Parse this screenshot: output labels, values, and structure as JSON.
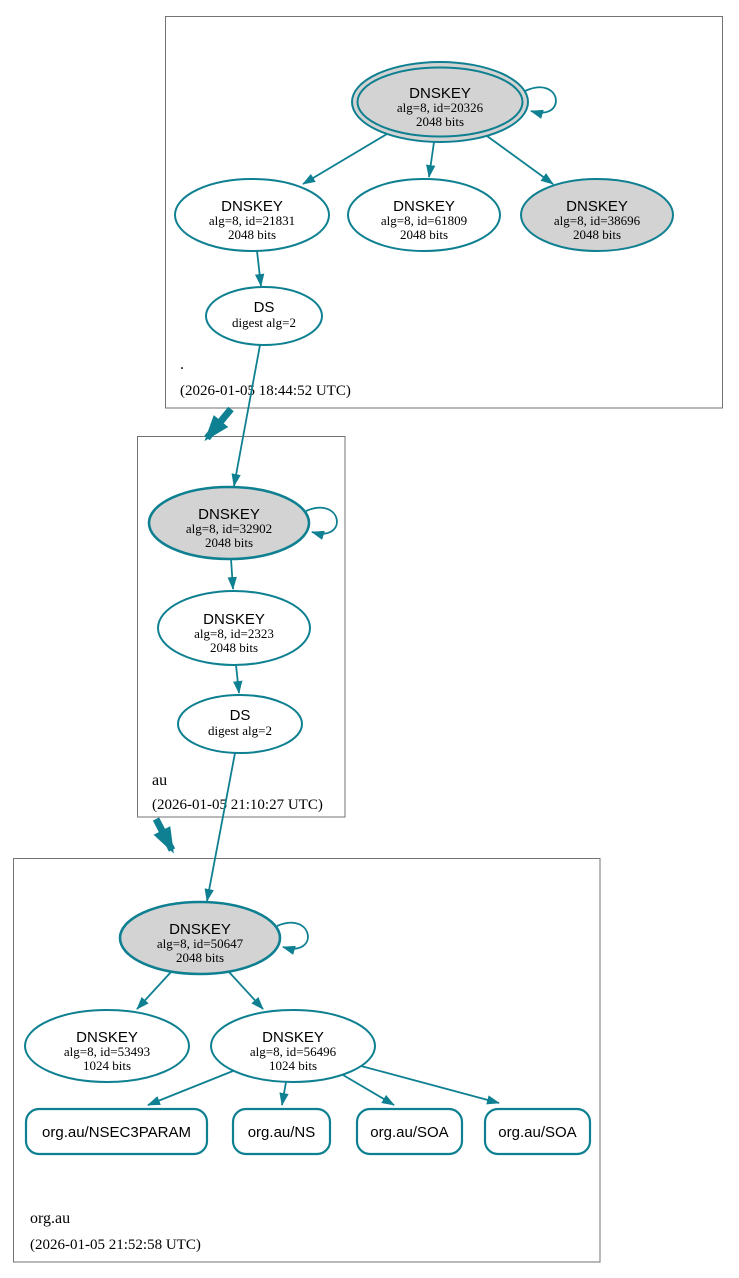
{
  "diagram_type": "DNSSEC authentication chain graph",
  "colors": {
    "edge_teal": "#0e8091",
    "node_gray_fill": "#d3d3d3",
    "node_white_fill": "#ffffff",
    "zone_box_border": "#737373",
    "text": "#000000"
  },
  "zones": [
    {
      "name": ".",
      "timestamp": "(2026-01-05 18:44:52 UTC)",
      "nodes": {
        "ksk": {
          "title": "DNSKEY",
          "alg": "alg=8, id=20326",
          "bits": "2048 bits"
        },
        "zsk_21831": {
          "title": "DNSKEY",
          "alg": "alg=8, id=21831",
          "bits": "2048 bits"
        },
        "zsk_61809": {
          "title": "DNSKEY",
          "alg": "alg=8, id=61809",
          "bits": "2048 bits"
        },
        "zsk_38696": {
          "title": "DNSKEY",
          "alg": "alg=8, id=38696",
          "bits": "2048 bits"
        },
        "ds": {
          "title": "DS",
          "digest": "digest alg=2"
        }
      }
    },
    {
      "name": "au",
      "timestamp": "(2026-01-05 21:10:27 UTC)",
      "nodes": {
        "ksk": {
          "title": "DNSKEY",
          "alg": "alg=8, id=32902",
          "bits": "2048 bits"
        },
        "zsk_2323": {
          "title": "DNSKEY",
          "alg": "alg=8, id=2323",
          "bits": "2048 bits"
        },
        "ds": {
          "title": "DS",
          "digest": "digest alg=2"
        }
      }
    },
    {
      "name": "org.au",
      "timestamp": "(2026-01-05 21:52:58 UTC)",
      "nodes": {
        "ksk": {
          "title": "DNSKEY",
          "alg": "alg=8, id=50647",
          "bits": "2048 bits"
        },
        "zsk_53493": {
          "title": "DNSKEY",
          "alg": "alg=8, id=53493",
          "bits": "1024 bits"
        },
        "zsk_56496": {
          "title": "DNSKEY",
          "alg": "alg=8, id=56496",
          "bits": "1024 bits"
        },
        "rrsets": [
          {
            "label": "org.au/NSEC3PARAM"
          },
          {
            "label": "org.au/NS"
          },
          {
            "label": "org.au/SOA"
          },
          {
            "label": "org.au/SOA"
          }
        ]
      }
    }
  ]
}
